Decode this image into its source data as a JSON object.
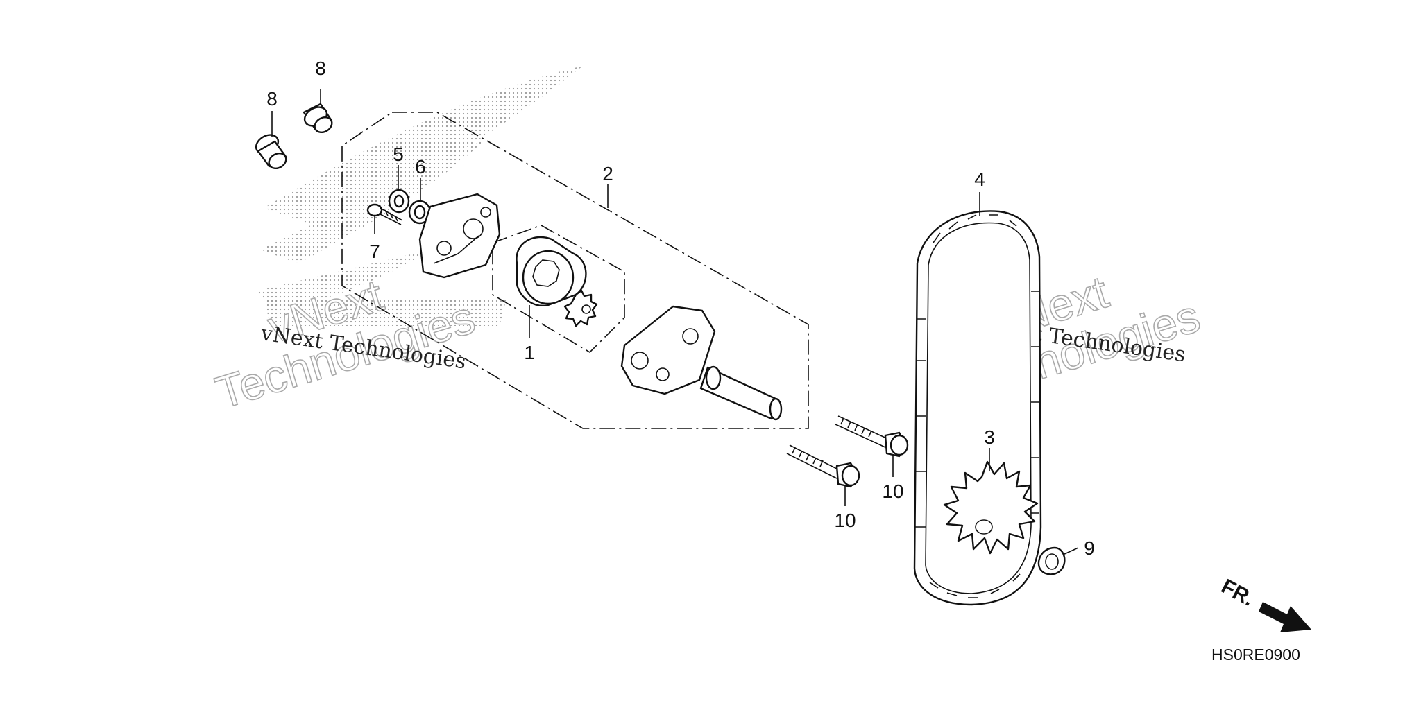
{
  "callouts": {
    "c1": "1",
    "c2": "2",
    "c3": "3",
    "c4": "4",
    "c5": "5",
    "c6": "6",
    "c7": "7",
    "c8a": "8",
    "c8b": "8",
    "c9": "9",
    "c10a": "10",
    "c10b": "10"
  },
  "watermark": {
    "small_left": "vNext Technologies",
    "small_right": "vNext Technologies",
    "big_left_1": "vNext",
    "big_left_2": "Technologies",
    "big_right_1": "vNext",
    "big_right_2": "Technologies"
  },
  "direction_label": "FR.",
  "diagram_code": "HS0RE0900",
  "colors": {
    "ink": "#111111",
    "watermark_outline": "#a9a9a9",
    "dots": "#9a9a9a"
  }
}
